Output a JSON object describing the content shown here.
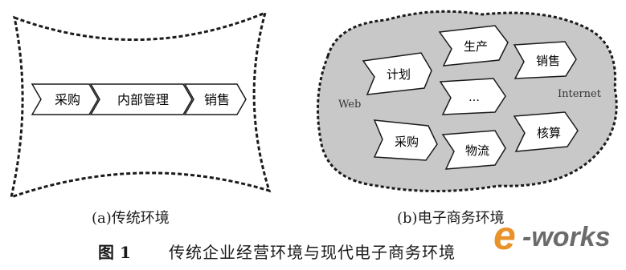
{
  "panel_a": {
    "chain": [
      "采购",
      "内部管理",
      "销售"
    ],
    "caption": "(a)传统环境"
  },
  "panel_b": {
    "nodes": [
      "计划",
      "生产",
      "销售",
      "…",
      "采购",
      "物流",
      "核算"
    ],
    "label_left": "Web",
    "label_right": "Internet",
    "caption": "(b)电子商务环境"
  },
  "figure": {
    "number": "图 1",
    "title": "传统企业经营环境与现代电子商务环境"
  },
  "watermark": {
    "logo_text": "e-works"
  },
  "colors": {
    "cloud_fill": "#c8c8c8",
    "stroke": "#1a1a1a",
    "watermark_orange": "#e8922a",
    "watermark_gray": "#6b6b6b"
  }
}
